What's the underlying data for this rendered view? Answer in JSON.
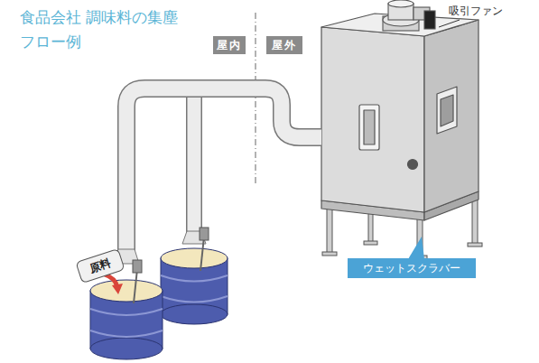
{
  "diagram": {
    "title": "食品会社 調味料の集塵 フロー例",
    "nodes": [
      {
        "text": [
          "屋内"
        ]
      },
      {
        "text": [
          "屋外"
        ]
      },
      {
        "text": [
          "原料"
        ]
      },
      {
        "text": [
          "ウェットスクラバー"
        ]
      }
    ],
    "labels": [
      "吸引ファン"
    ]
  }
}
